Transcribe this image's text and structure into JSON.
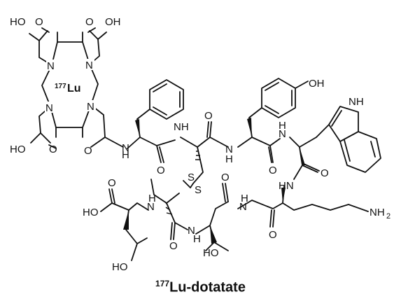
{
  "figure": {
    "caption_isotope": "177",
    "caption_name": "Lu-dotatate",
    "metal_isotope": "177",
    "metal_symbol": "Lu",
    "atoms": {
      "n": "N",
      "hn": "HN",
      "nh": "NH",
      "h": "H",
      "o": "O",
      "s": "S",
      "oh": "OH",
      "ho": "HO",
      "nh2": "NH",
      "sub2": "2"
    }
  }
}
